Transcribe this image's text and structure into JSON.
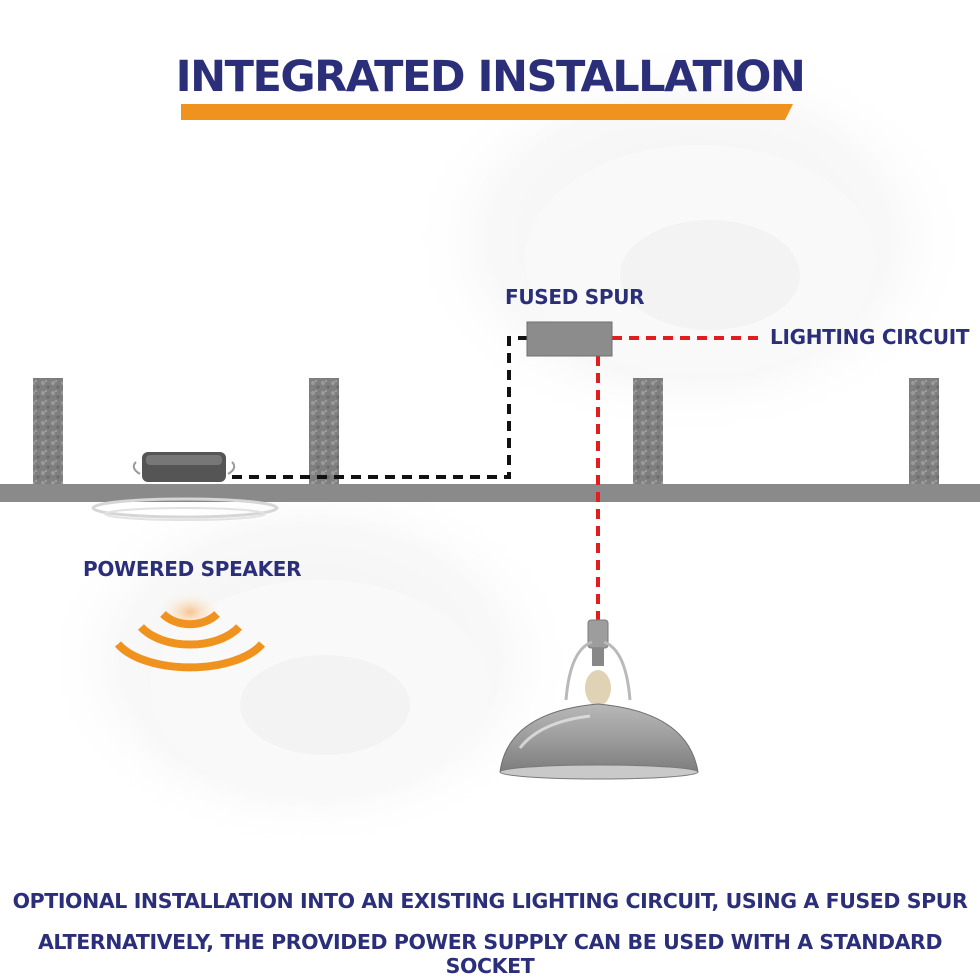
{
  "title": "INTEGRATED INSTALLATION",
  "labels": {
    "fused_spur": "FUSED SPUR",
    "lighting_circuit": "LIGHTING CIRCUIT",
    "powered_speaker": "POWERED SPEAKER"
  },
  "footer": {
    "line1": "OPTIONAL INSTALLATION INTO AN EXISTING LIGHTING CIRCUIT, USING A FUSED SPUR",
    "line2": "ALTERNATIVELY, THE PROVIDED POWER SUPPLY CAN BE USED WITH A STANDARD SOCKET"
  },
  "colors": {
    "title_text": "#2b2f7a",
    "accent_orange": "#f0921e",
    "live_wire": "#e11d1d",
    "speaker_wire": "#111111",
    "ceiling": "#8a8a8a",
    "joist": "#7d7d7d",
    "spur_box": "#8c8c8c"
  },
  "icons": [
    "speaker-icon",
    "sound-waves-icon",
    "pendant-lamp-icon",
    "fused-spur-box"
  ]
}
